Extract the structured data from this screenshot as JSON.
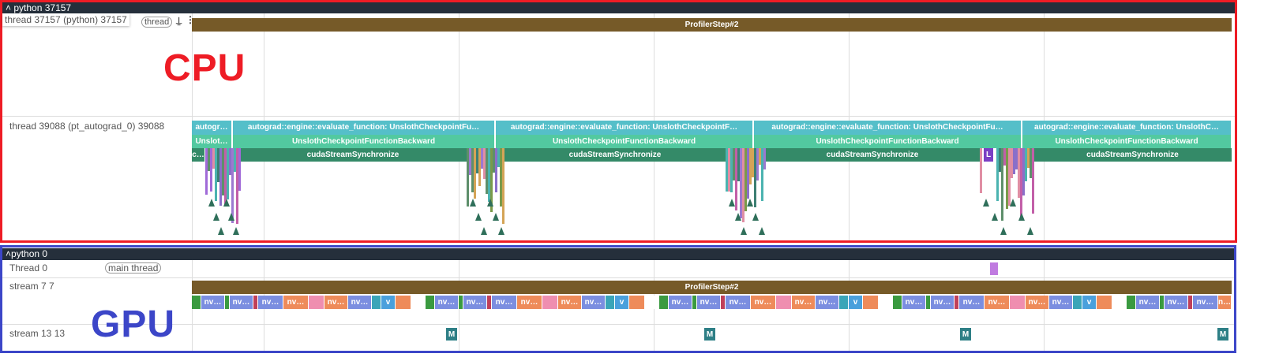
{
  "cpu_process": {
    "title": "python 37157",
    "annotation": "CPU",
    "annotation_color": "#ee1c25",
    "thread1": {
      "label": "thread 37157 (python) 37157",
      "chip": "thread",
      "pin_icon": "pin-icon",
      "menu_icon": "more-vert-icon",
      "slice": "ProfilerStep#2"
    },
    "thread2": {
      "label": "thread 39088 (pt_autograd_0) 39088",
      "row1": [
        "autogr…",
        "autograd::engine::evaluate_function: UnslothCheckpointFu…",
        "autograd::engine::evaluate_function: UnslothCheckpointF…",
        "autograd::engine::evaluate_function: UnslothCheckpointFu…",
        "autograd::engine::evaluate_function: UnslothC…"
      ],
      "row2": [
        "Unslot…",
        "UnslothCheckpointFunctionBackward",
        "UnslothCheckpointFunctionBackward",
        "UnslothCheckpointFunctionBackward",
        "UnslothCheckpointFunctionBackward"
      ],
      "row3": [
        "c…",
        "cudaStreamSynchronize",
        "cudaStreamSynchronize",
        "cudaStreamSynchronize",
        "cudaStreamSynchronize"
      ],
      "small_slice": "L"
    }
  },
  "gpu_process": {
    "title": "python 0",
    "annotation": "GPU",
    "annotation_color": "#3c46c8",
    "thread0": {
      "label": "Thread 0",
      "chip": "main thread"
    },
    "stream7": {
      "label": "stream 7 7",
      "slice": "ProfilerStep#2",
      "kernel_label": "nv…",
      "short_label": "v"
    },
    "stream13": {
      "label": "stream 13 13",
      "marker": "M"
    }
  },
  "colors": {
    "profiler_step": "#765a28",
    "autograd": "#55bfc9",
    "backward": "#52c9a0",
    "sync": "#348a68",
    "kernel_blue": "#7b8ee0",
    "kernel_orange": "#ee8b5a",
    "memcpy": "#2e7f86",
    "header": "#252f3b"
  }
}
